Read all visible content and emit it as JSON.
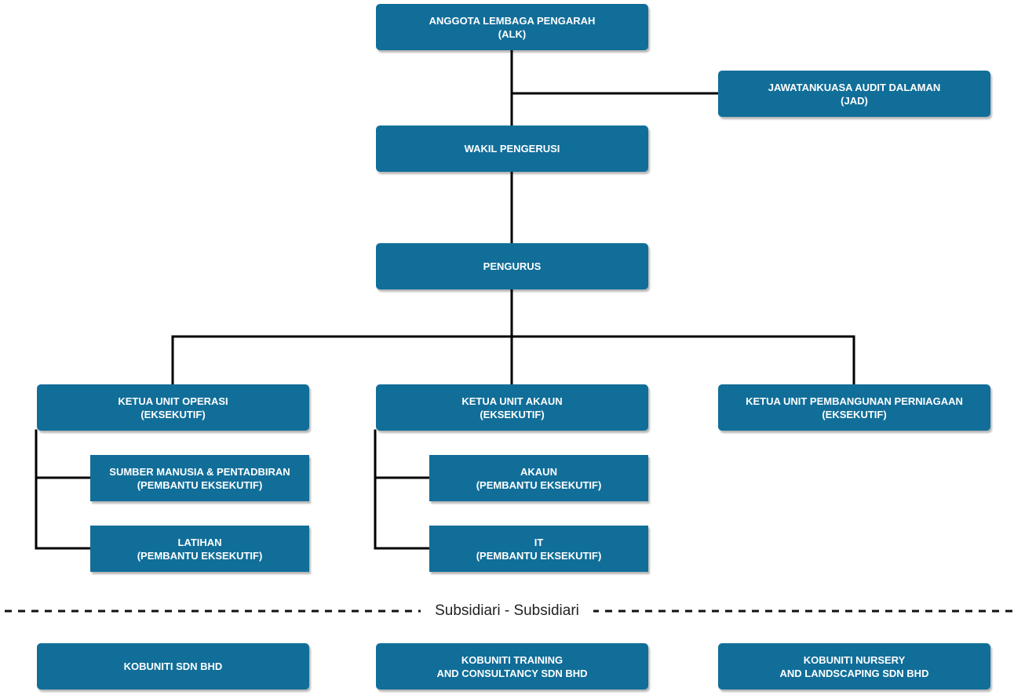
{
  "nodes": {
    "alk": {
      "l1": "ANGGOTA LEMBAGA PENGARAH",
      "l2": "(ALK)"
    },
    "jad": {
      "l1": "JAWATANKUASA AUDIT DALAMAN",
      "l2": "(JAD)"
    },
    "wakil": {
      "l1": "WAKIL PENGERUSI"
    },
    "pengurus": {
      "l1": "PENGURUS"
    },
    "operasi": {
      "l1": "KETUA UNIT OPERASI",
      "l2": "(EKSEKUTIF)"
    },
    "akaun_head": {
      "l1": "KETUA UNIT AKAUN",
      "l2": "(EKSEKUTIF)"
    },
    "perniagaan": {
      "l1": "KETUA UNIT PEMBANGUNAN PERNIAGAAN",
      "l2": "(EKSEKUTIF)"
    },
    "sumber": {
      "l1": "SUMBER MANUSIA & PENTADBIRAN",
      "l2": "(PEMBANTU EKSEKUTIF)"
    },
    "latihan": {
      "l1": "LATIHAN",
      "l2": "(PEMBANTU EKSEKUTIF)"
    },
    "akaun": {
      "l1": "AKAUN",
      "l2": "(PEMBANTU EKSEKUTIF)"
    },
    "it": {
      "l1": "IT",
      "l2": "(PEMBANTU EKSEKUTIF)"
    }
  },
  "divider": {
    "label": "Subsidiari - Subsidiari"
  },
  "subsidiaries": [
    {
      "l1": "KOBUNITI SDN BHD"
    },
    {
      "l1": "KOBUNITI TRAINING",
      "l2": "AND CONSULTANCY SDN BHD"
    },
    {
      "l1": "KOBUNITI NURSERY",
      "l2": "AND LANDSCAPING SDN BHD"
    }
  ],
  "colors": {
    "box": "#116e99",
    "connector": "#000000"
  }
}
